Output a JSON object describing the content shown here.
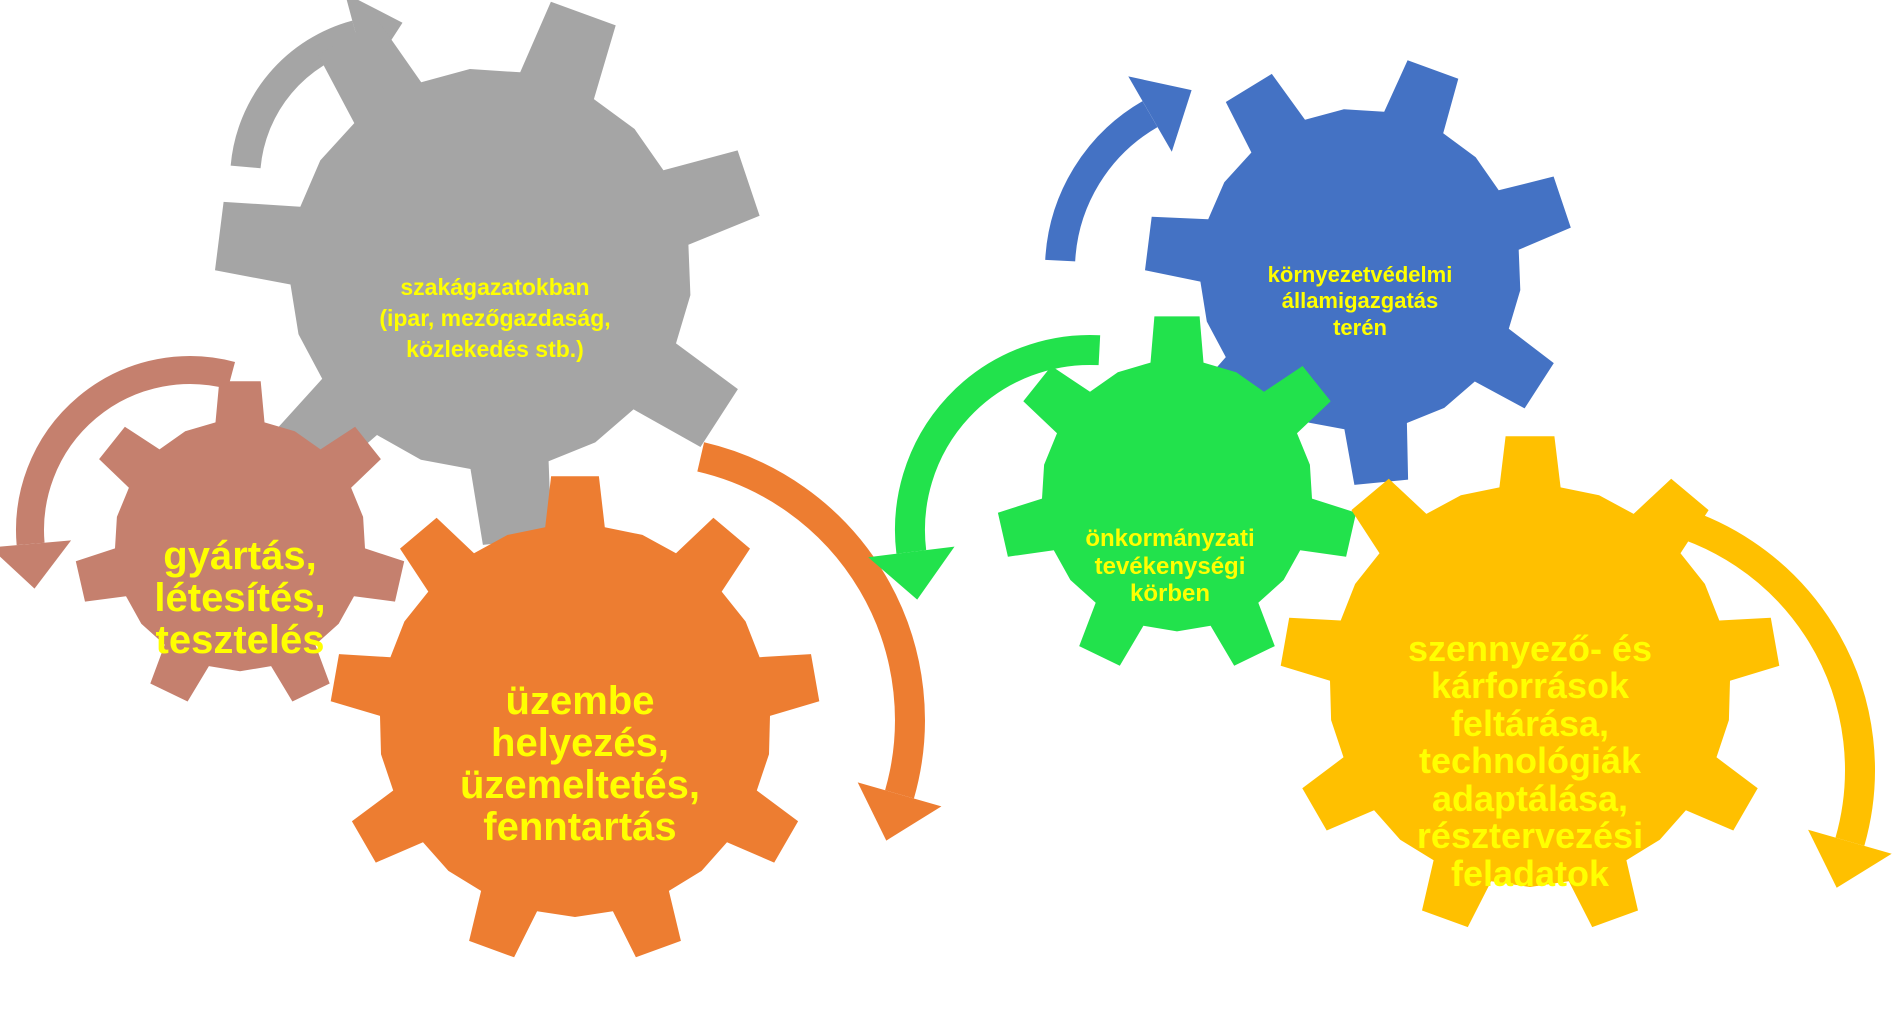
{
  "colors": {
    "grey": "#A5A5A5",
    "brown": "#C5806E",
    "orange": "#ED7D31",
    "blue": "#4472C4",
    "green": "#22E24C",
    "yellow": "#FFC000",
    "label_text": "#FFFF00"
  },
  "gears": {
    "grey": {
      "lines": [
        "szakágazatokban",
        "(ipar, mezőgazdaság,",
        "közlekedés stb.)"
      ]
    },
    "brown": {
      "lines": [
        "gyártás,",
        "létesítés,",
        "tesztelés"
      ]
    },
    "orange": {
      "lines": [
        "üzembe",
        "helyezés,",
        "üzemeltetés,",
        "fenntartás"
      ]
    },
    "blue": {
      "lines": [
        "környezetvédelmi",
        "államigazgatás",
        "terén"
      ]
    },
    "green": {
      "lines": [
        "önkormányzati",
        "tevékenységi",
        "körben"
      ]
    },
    "yellow": {
      "lines": [
        "szennyező- és",
        "kárforrások",
        "feltárása,",
        "technológiák",
        "adaptálása,",
        "résztervezési",
        "feladatok"
      ]
    }
  }
}
